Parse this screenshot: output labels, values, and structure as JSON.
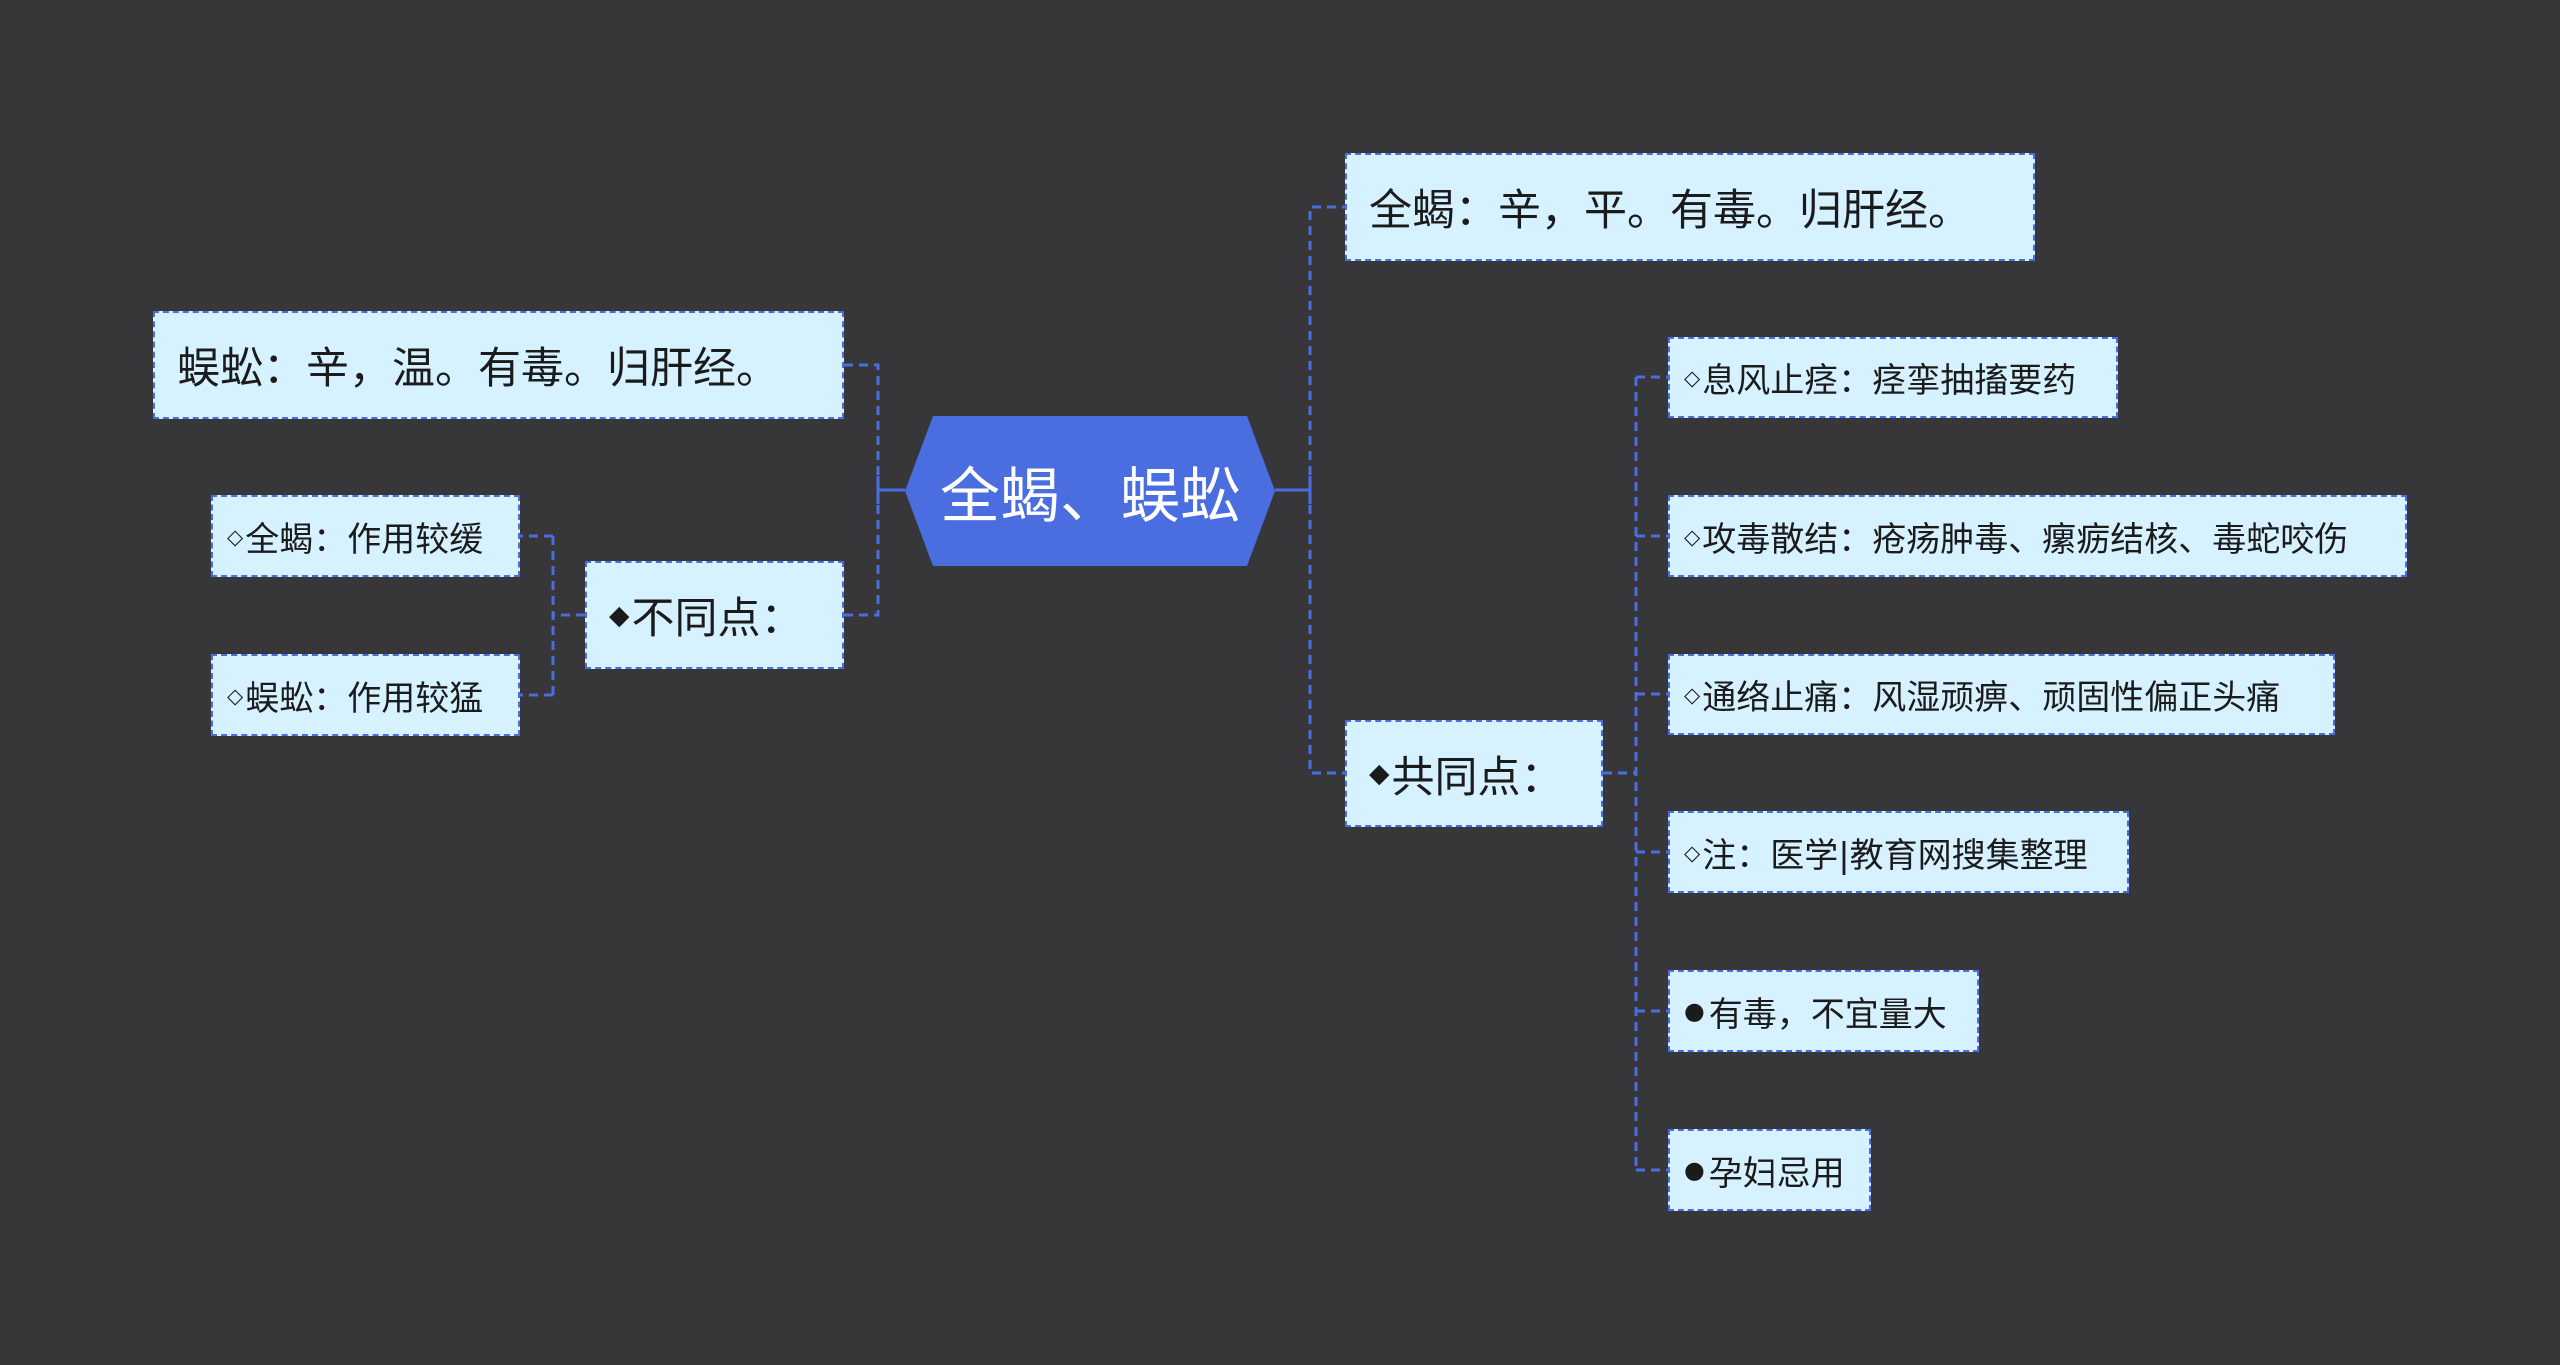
{
  "colors": {
    "background": "#373638",
    "root_fill": "#4a6ee0",
    "node_fill": "#d6f1ff",
    "connector": "#4a6ee0"
  },
  "root": {
    "label": "全蝎、蜈蚣"
  },
  "right": {
    "scorpion_props": "全蝎：辛，平。有毒。归肝经。",
    "common": {
      "label": "共同点：",
      "bullet_icon": "diamond-filled",
      "items": [
        {
          "bullet": "◇",
          "text": "息风止痉：痉挛抽搐要药"
        },
        {
          "bullet": "◇",
          "text": "攻毒散结：疮疡肿毒、瘰疬结核、毒蛇咬伤"
        },
        {
          "bullet": "◇",
          "text": "通络止痛：风湿顽痹、顽固性偏正头痛"
        },
        {
          "bullet": "◇",
          "text": "注：医学|教育网搜集整理"
        },
        {
          "bullet": "●",
          "text": "有毒，不宜量大"
        },
        {
          "bullet": "●",
          "text": "孕妇忌用"
        }
      ]
    }
  },
  "left": {
    "centipede_props": "蜈蚣：辛，温。有毒。归肝经。",
    "different": {
      "label": "不同点：",
      "bullet_icon": "diamond-filled",
      "items": [
        {
          "bullet": "◇",
          "text": "全蝎：作用较缓"
        },
        {
          "bullet": "◇",
          "text": "蜈蚣：作用较猛"
        }
      ]
    }
  }
}
